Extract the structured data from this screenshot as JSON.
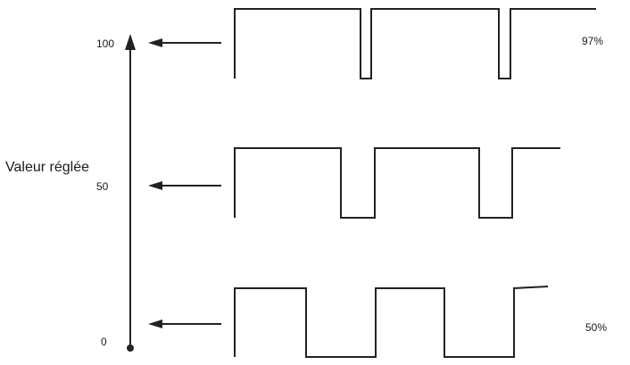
{
  "axis": {
    "label": "Valeur réglée",
    "ticks": [
      "100",
      "50",
      "0"
    ]
  },
  "waveforms": [
    {
      "level": "100",
      "duty_label": "97%",
      "duty": 0.97
    },
    {
      "level": "50",
      "duty_label": "",
      "duty": 0.73
    },
    {
      "level": "0",
      "duty_label": "50%",
      "duty": 0.5
    }
  ]
}
